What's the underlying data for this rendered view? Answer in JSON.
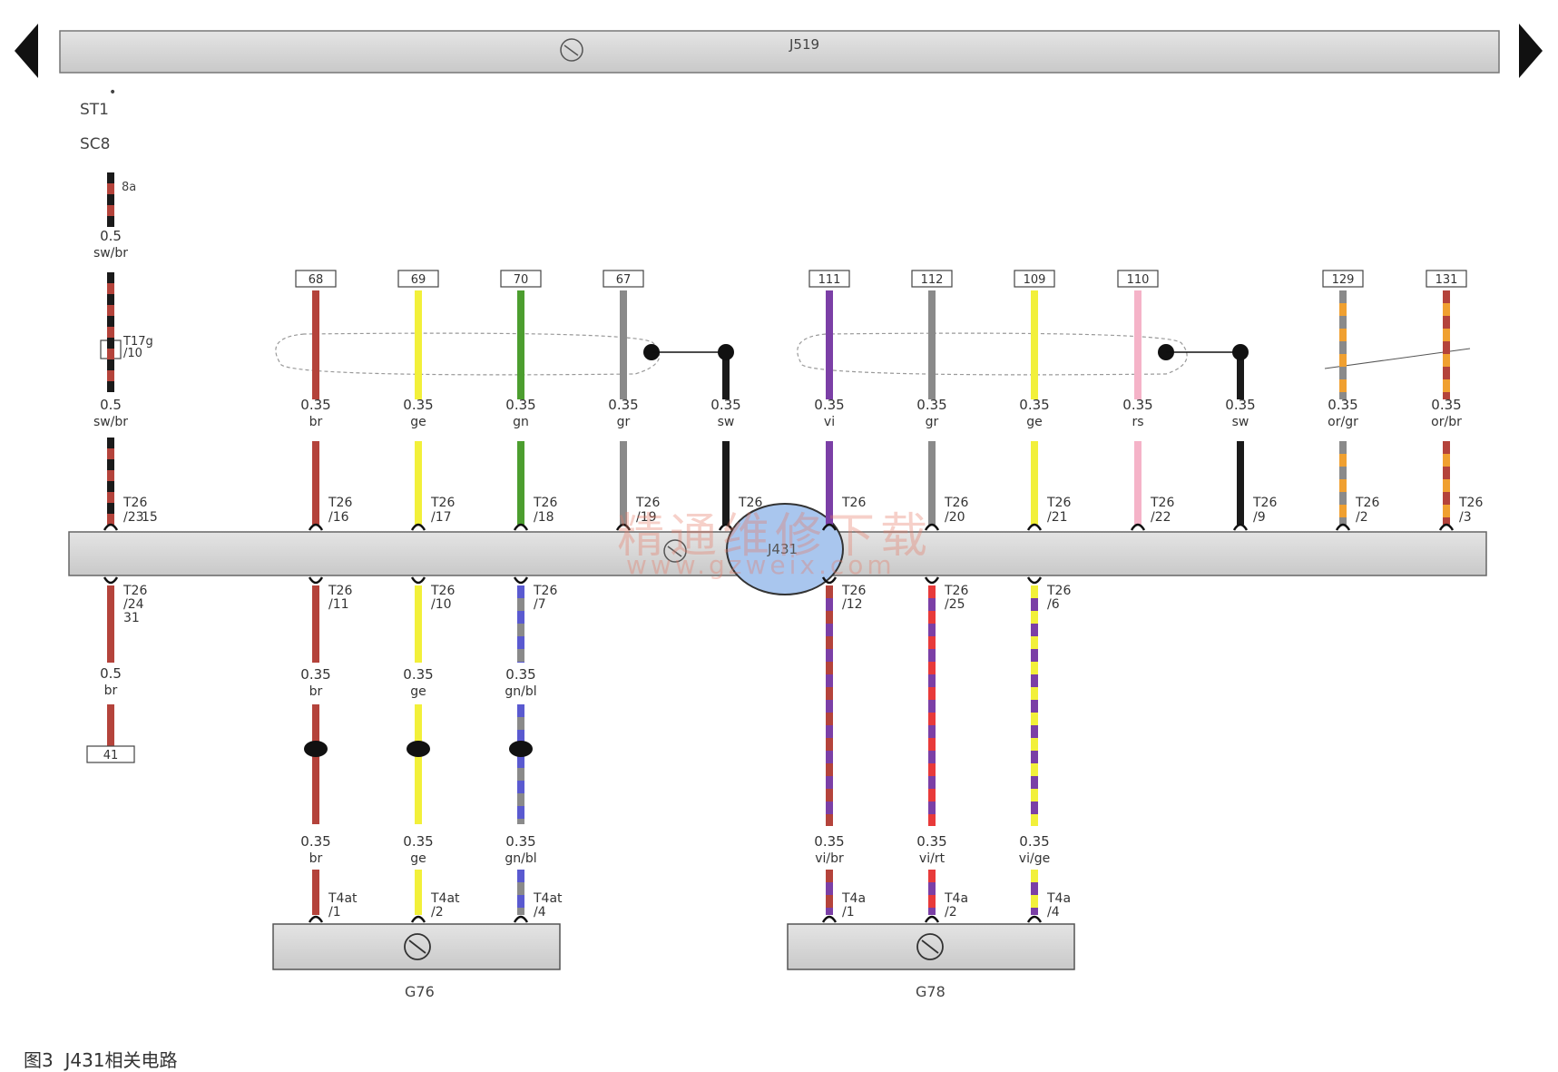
{
  "top_module": {
    "label": "J519"
  },
  "left_refs": {
    "st": "ST1",
    "sc": "SC8",
    "fuse_pin": "8a"
  },
  "j431": {
    "label": "J431"
  },
  "connectors": {
    "t17g": "T17g",
    "t17g_pin": "/10"
  },
  "upper_wires": [
    {
      "id": "w-left",
      "code": "",
      "size": "0.5",
      "color_name": "sw/br",
      "color": "#b4433b",
      "stripe": "#1a1a1a",
      "conn": "T26",
      "pin": "/23",
      "extra": "15"
    },
    {
      "id": "w68",
      "code": "68",
      "size": "0.35",
      "color_name": "br",
      "color": "#b4433b",
      "stripe": "",
      "conn": "T26",
      "pin": "/16"
    },
    {
      "id": "w69",
      "code": "69",
      "size": "0.35",
      "color_name": "ge",
      "color": "#f2f03a",
      "stripe": "",
      "conn": "T26",
      "pin": "/17"
    },
    {
      "id": "w70",
      "code": "70",
      "size": "0.35",
      "color_name": "gn",
      "color": "#4c9e2f",
      "stripe": "",
      "conn": "T26",
      "pin": "/18"
    },
    {
      "id": "w67",
      "code": "67",
      "size": "0.35",
      "color_name": "gr",
      "color": "#8a8a8a",
      "stripe": "",
      "conn": "T26",
      "pin": "/19"
    },
    {
      "id": "wsw1",
      "code": "",
      "size": "0.35",
      "color_name": "sw",
      "color": "#1a1a1a",
      "stripe": "",
      "conn": "T26",
      "pin": ""
    },
    {
      "id": "w111",
      "code": "111",
      "size": "0.35",
      "color_name": "vi",
      "color": "#7b3fa6",
      "stripe": "",
      "conn": "T26",
      "pin": ""
    },
    {
      "id": "w112",
      "code": "112",
      "size": "0.35",
      "color_name": "gr",
      "color": "#8a8a8a",
      "stripe": "",
      "conn": "T26",
      "pin": "/20"
    },
    {
      "id": "w109",
      "code": "109",
      "size": "0.35",
      "color_name": "ge",
      "color": "#f2f03a",
      "stripe": "",
      "conn": "T26",
      "pin": "/21"
    },
    {
      "id": "w110",
      "code": "110",
      "size": "0.35",
      "color_name": "rs",
      "color": "#f5b3c8",
      "stripe": "",
      "conn": "T26",
      "pin": "/22"
    },
    {
      "id": "wsw2",
      "code": "",
      "size": "0.35",
      "color_name": "sw",
      "color": "#1a1a1a",
      "stripe": "",
      "conn": "T26",
      "pin": "/9"
    },
    {
      "id": "w129",
      "code": "129",
      "size": "0.35",
      "color_name": "or/gr",
      "color": "#f0a030",
      "stripe": "#8a8a8a",
      "conn": "T26",
      "pin": "/2"
    },
    {
      "id": "w131",
      "code": "131",
      "size": "0.35",
      "color_name": "or/br",
      "color": "#f0a030",
      "stripe": "#b4433b",
      "conn": "T26",
      "pin": "/3"
    }
  ],
  "lower_wires": [
    {
      "id": "l-left",
      "size": "0.5",
      "color_name": "br",
      "color": "#b4433b",
      "stripe": "",
      "conn": "T26",
      "pin": "/24",
      "extra": "31",
      "end_code": "41"
    },
    {
      "id": "l11",
      "size": "0.35",
      "color_name": "br",
      "color": "#b4433b",
      "stripe": "",
      "conn": "T26",
      "pin": "/11",
      "bottom_conn": "T4at",
      "bottom_pin": "/1"
    },
    {
      "id": "l10",
      "size": "0.35",
      "color_name": "ge",
      "color": "#f2f03a",
      "stripe": "",
      "conn": "T26",
      "pin": "/10",
      "bottom_conn": "T4at",
      "bottom_pin": "/2"
    },
    {
      "id": "l7",
      "size": "0.35",
      "color_name": "gn/bl",
      "color": "#8a8a8a",
      "stripe": "#5a5ad0",
      "conn": "T26",
      "pin": "/7",
      "bottom_conn": "T4at",
      "bottom_pin": "/4"
    },
    {
      "id": "l12",
      "size": "0.35",
      "color_name": "vi/br",
      "color": "#7b3fa6",
      "stripe": "#b4433b",
      "conn": "T26",
      "pin": "/12",
      "bottom_conn": "T4a",
      "bottom_pin": "/1"
    },
    {
      "id": "l25",
      "size": "0.35",
      "color_name": "vi/rt",
      "color": "#7b3fa6",
      "stripe": "#e83a3a",
      "conn": "T26",
      "pin": "/25",
      "bottom_conn": "T4a",
      "bottom_pin": "/2"
    },
    {
      "id": "l6",
      "size": "0.35",
      "color_name": "vi/ge",
      "color": "#7b3fa6",
      "stripe": "#f2f03a",
      "conn": "T26",
      "pin": "/6",
      "bottom_conn": "T4a",
      "bottom_pin": "/4"
    }
  ],
  "sensors": [
    {
      "label": "G76"
    },
    {
      "label": "G78"
    }
  ],
  "watermark": {
    "text": "精通维修下载",
    "url": "www.gzweix.com"
  },
  "caption": {
    "figure": "图3",
    "text": "J431相关电路"
  }
}
